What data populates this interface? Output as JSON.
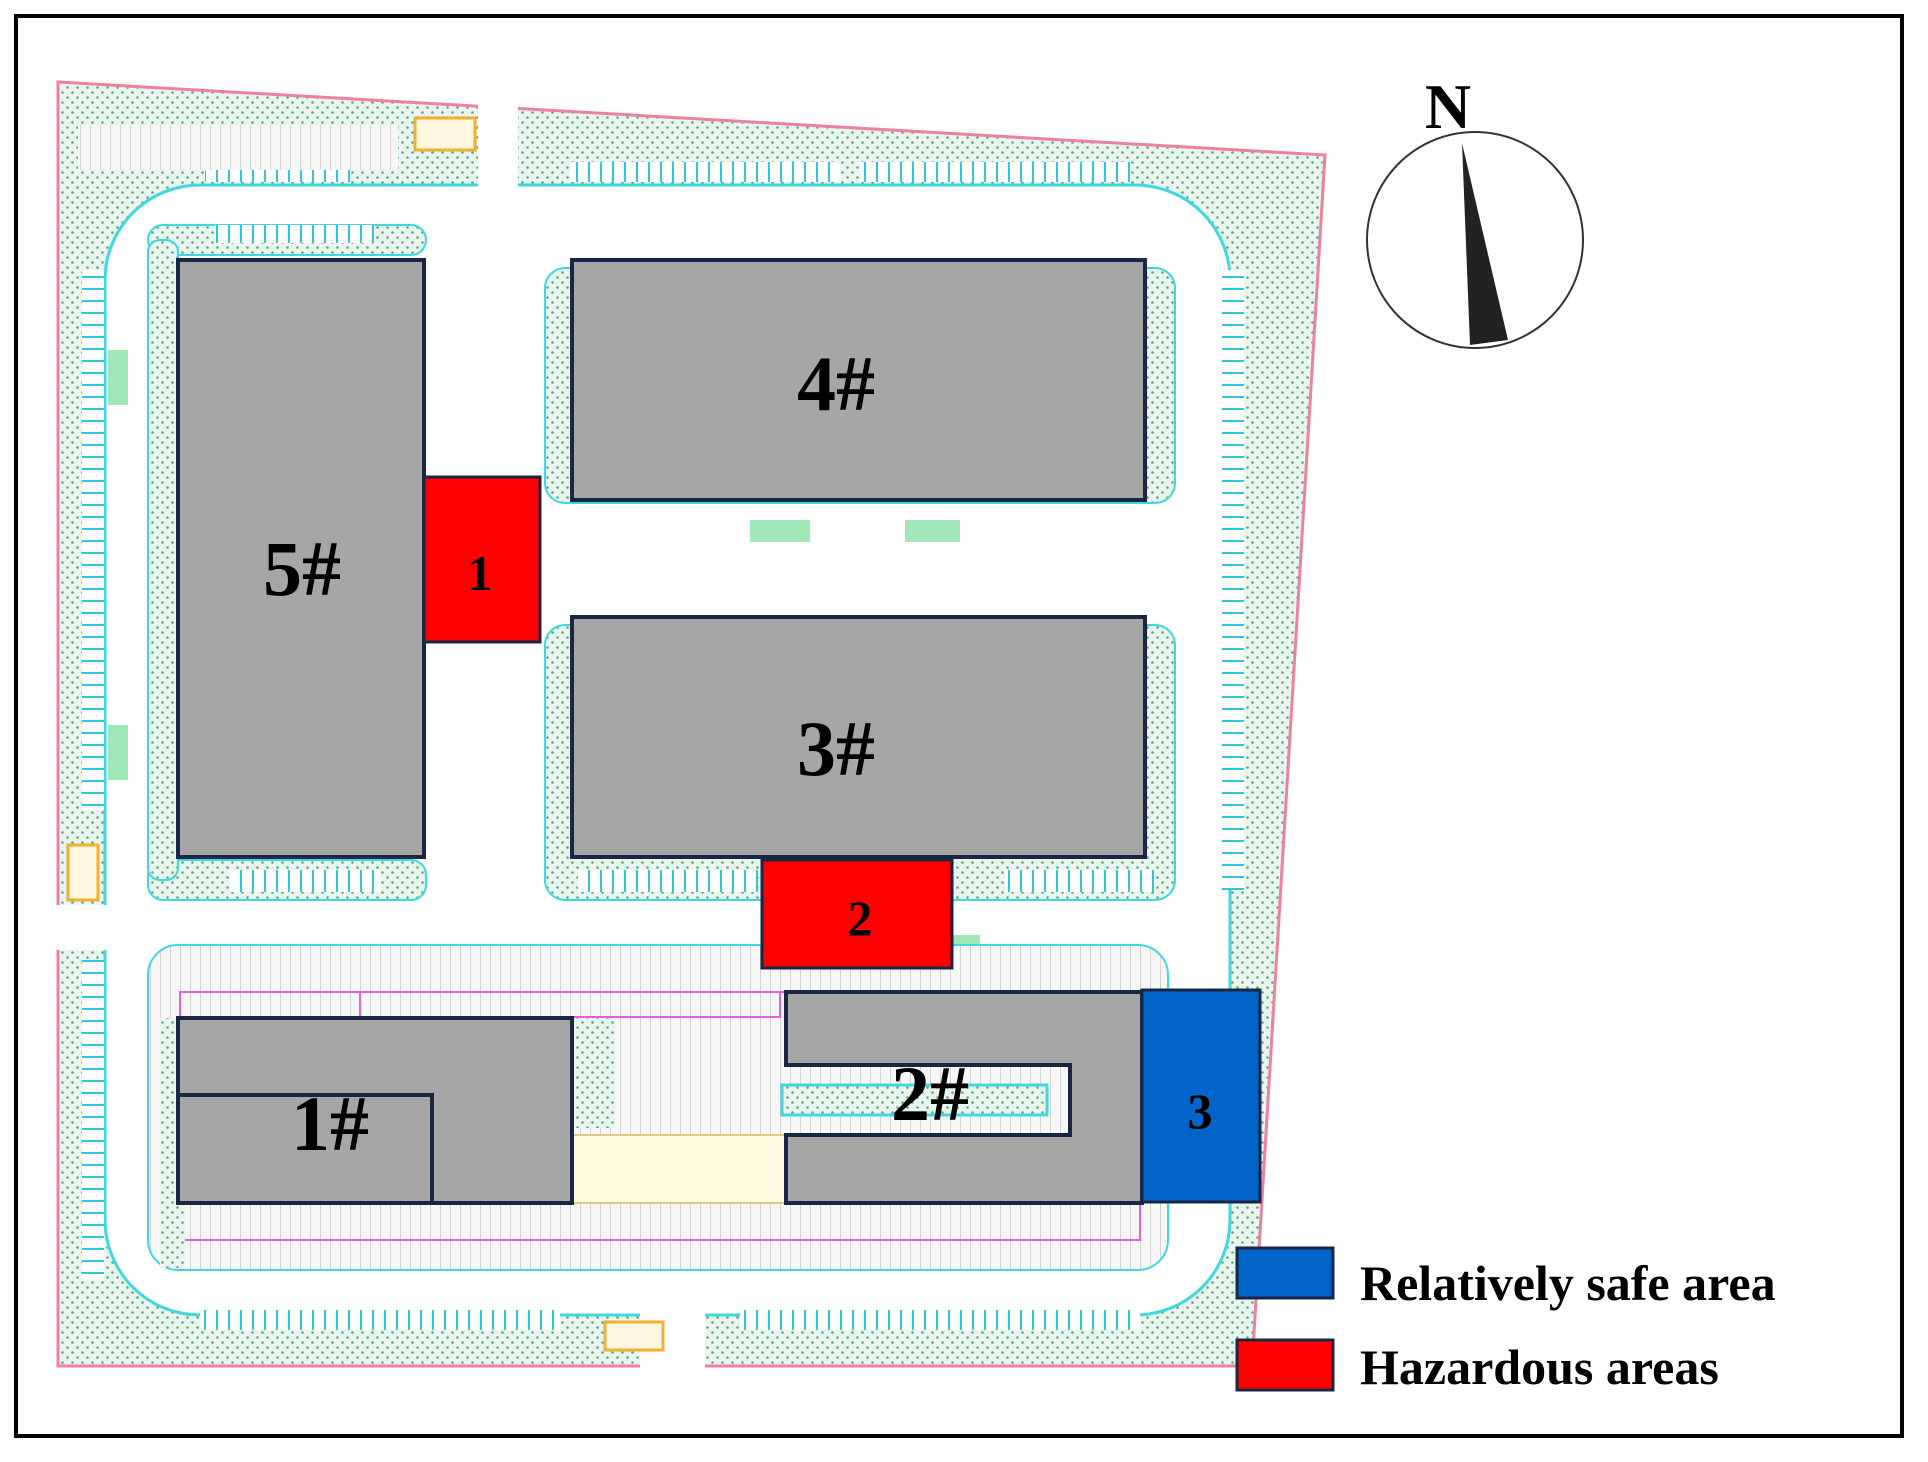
{
  "compass": {
    "north_label": "N"
  },
  "buildings": [
    {
      "id": "5",
      "label": "5#"
    },
    {
      "id": "4",
      "label": "4#"
    },
    {
      "id": "3",
      "label": "3#"
    },
    {
      "id": "1",
      "label": "1#"
    },
    {
      "id": "2",
      "label": "2#"
    }
  ],
  "zones": [
    {
      "id": "zone-1",
      "label": "1",
      "type": "hazardous",
      "color": "#ff0000"
    },
    {
      "id": "zone-2",
      "label": "2",
      "type": "hazardous",
      "color": "#ff0000"
    },
    {
      "id": "zone-3",
      "label": "3",
      "type": "safe",
      "color": "#0064c8"
    }
  ],
  "legend": {
    "items": [
      {
        "label": "Relatively safe area",
        "color": "#0064c8"
      },
      {
        "label": "Hazardous areas",
        "color": "#ff0000"
      }
    ]
  },
  "colors": {
    "building_fill": "#a6a6a6",
    "building_stroke": "#1a2744",
    "green_strip": "#7fc9a8",
    "site_boundary": "#f080a0",
    "road_edge": "#40d8e0"
  }
}
